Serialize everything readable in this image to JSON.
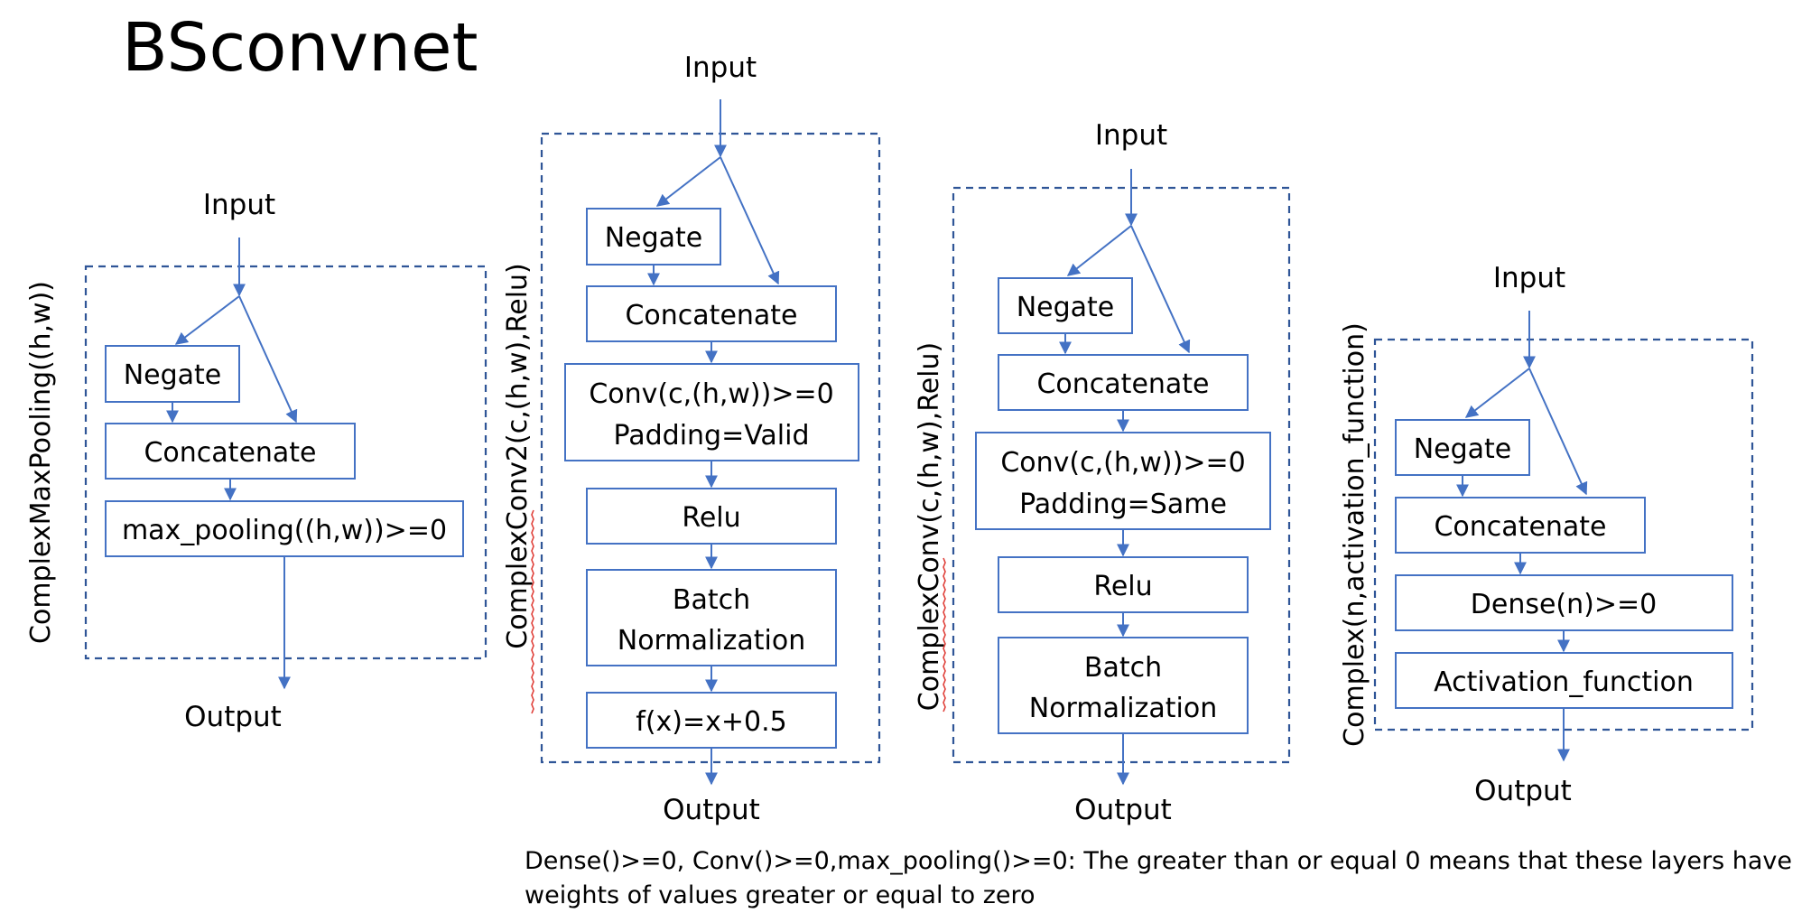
{
  "title": "BSconvnet",
  "blocks": [
    {
      "side_label": "ComplexMaxPooling((h,w))",
      "input_label": "Input",
      "output_label": "Output",
      "layers": [
        "Negate",
        "Concatenate",
        "max_pooling((h,w))>=0"
      ]
    },
    {
      "side_label": "ComplexConv2(c,(h,w),Relu)",
      "input_label": "Input",
      "output_label": "Output",
      "layers": [
        "Negate",
        "Concatenate",
        "Conv(c,(h,w))>=0",
        "Padding=Valid",
        "Relu",
        "Batch",
        "Normalization",
        "f(x)=x+0.5"
      ]
    },
    {
      "side_label": "ComplexConv(c,(h,w),Relu)",
      "input_label": "Input",
      "output_label": "Output",
      "layers": [
        "Negate",
        "Concatenate",
        "Conv(c,(h,w))>=0",
        "Padding=Same",
        "Relu",
        "Batch",
        "Normalization"
      ]
    },
    {
      "side_label": "Complex(n,activation_function)",
      "input_label": "Input",
      "output_label": "Output",
      "layers": [
        "Negate",
        "Concatenate",
        "Dense(n)>=0",
        "Activation_function"
      ]
    }
  ],
  "footnote": {
    "line1": "Dense()>=0, Conv()>=0,max_pooling()>=0: The greater than or equal 0 means that these layers have",
    "line2": "weights of values greater or equal to zero"
  },
  "colors": {
    "stroke": "#4472c4",
    "dashed": "#2f5597",
    "spellcheck": "#e0403a"
  }
}
